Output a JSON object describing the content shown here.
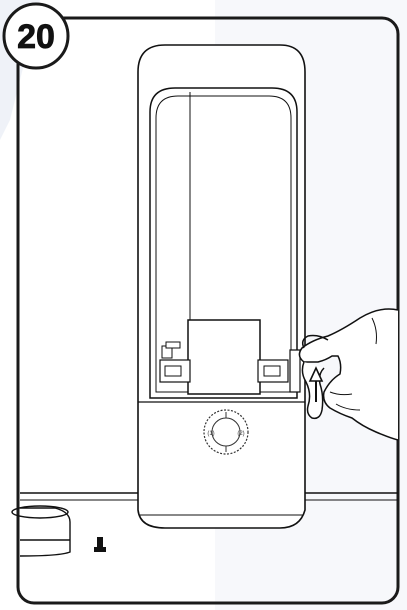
{
  "step": {
    "number": "20"
  },
  "colors": {
    "background": "#ffffff",
    "background_tint": "#e8edf5",
    "line": "#111111",
    "frame": "#1a1a1a",
    "badge_fill": "#ffffff",
    "knob_marks": "#333333"
  },
  "illustration": {
    "subject": "appliance-with-removable-reservoir",
    "action": "hand-pulling-latch-tab"
  },
  "knob_markings": {
    "left": "(1)",
    "right": "(2)"
  }
}
